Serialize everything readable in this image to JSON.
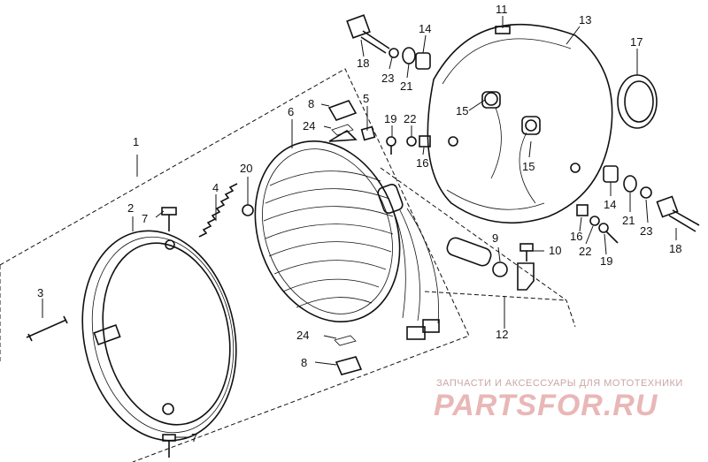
{
  "diagram": {
    "part_labels": {
      "p1": "1",
      "p2": "2",
      "p3": "3",
      "p4": "4",
      "p5": "5",
      "p6": "6",
      "p7a": "7",
      "p7b": "7",
      "p8a": "8",
      "p8b": "8",
      "p9": "9",
      "p10": "10",
      "p11": "11",
      "p12": "12",
      "p13": "13",
      "p14a": "14",
      "p14b": "14",
      "p15a": "15",
      "p15b": "15",
      "p16a": "16",
      "p16b": "16",
      "p17": "17",
      "p18a": "18",
      "p18b": "18",
      "p19a": "19",
      "p19b": "19",
      "p20": "20",
      "p21a": "21",
      "p21b": "21",
      "p22a": "22",
      "p22b": "22",
      "p23a": "23",
      "p23b": "23",
      "p24a": "24",
      "p24b": "24"
    }
  },
  "watermark": {
    "tagline": "ЗАПЧАСТИ И АКСЕССУАРЫ ДЛЯ МОТОТЕХНИКИ",
    "logo": "PARTSFOR.RU",
    "color": "#e9b7b7"
  }
}
